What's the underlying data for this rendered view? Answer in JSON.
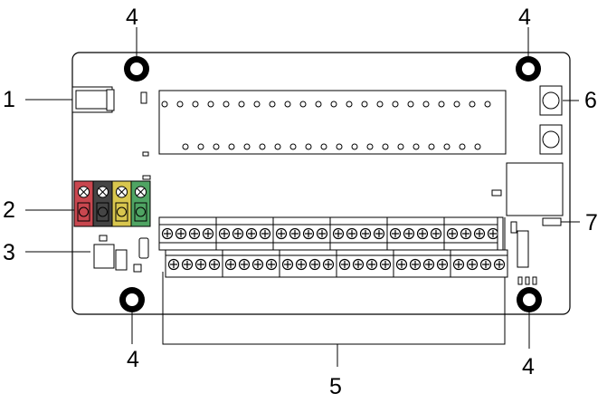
{
  "callouts": [
    {
      "id": "mounting-hole-top-left",
      "label": "4"
    },
    {
      "id": "mounting-hole-top-right",
      "label": "4"
    },
    {
      "id": "power-jack",
      "label": "1"
    },
    {
      "id": "push-buttons",
      "label": "6"
    },
    {
      "id": "colored-terminals",
      "label": "2"
    },
    {
      "id": "relay-connector",
      "label": "7"
    },
    {
      "id": "chip-module",
      "label": "3"
    },
    {
      "id": "mounting-hole-bottom-left",
      "label": "4"
    },
    {
      "id": "mounting-hole-bottom-right",
      "label": "4"
    },
    {
      "id": "screw-terminal-blocks",
      "label": "5"
    }
  ],
  "colors": {
    "terminal_colors": [
      "#c9474f",
      "#454545",
      "#d8c64e",
      "#4fa463"
    ],
    "board_stroke": "#000000",
    "background": "#ffffff"
  },
  "icons": {
    "screw": "circle-plus-icon",
    "mounting_hole": "ring-icon"
  }
}
